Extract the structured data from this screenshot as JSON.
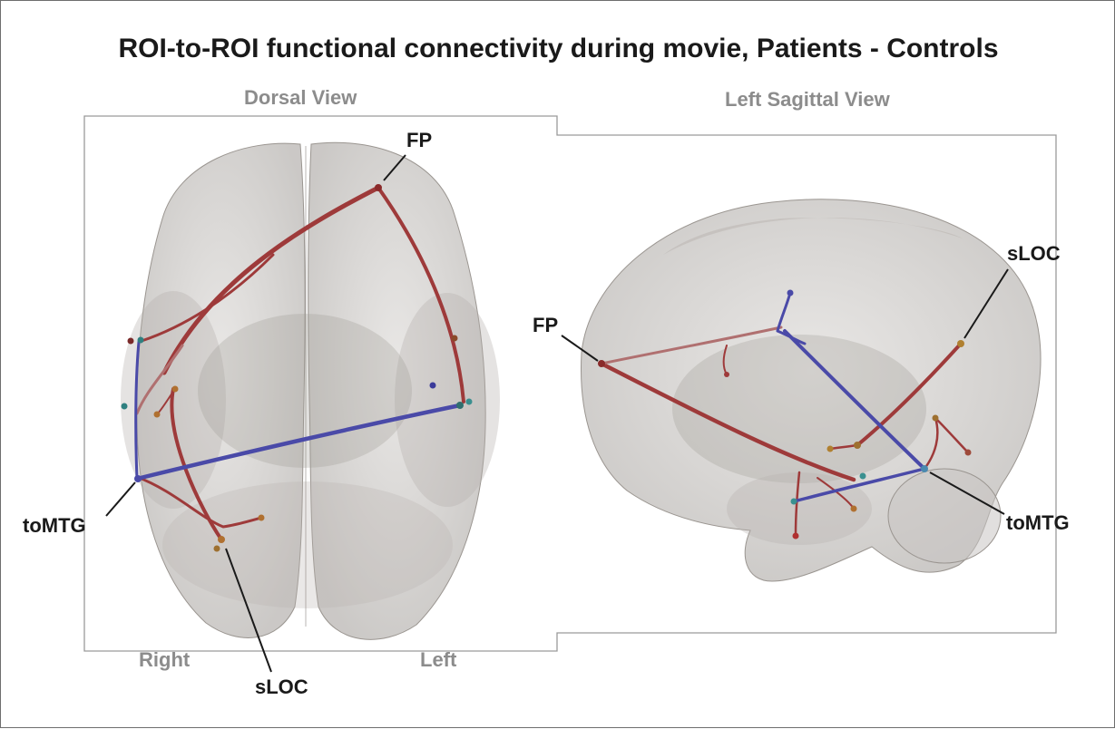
{
  "title": "ROI-to-ROI functional connectivity during movie, Patients - Controls",
  "views": {
    "dorsal": {
      "title": "Dorsal View",
      "orientation_right": "Right",
      "orientation_left": "Left",
      "labels": {
        "fp": "FP",
        "tomtg": "toMTG",
        "sloc": "sLOC"
      }
    },
    "sagittal": {
      "title": "Left Sagittal View",
      "labels": {
        "fp": "FP",
        "sloc": "sLOC",
        "tomtg": "toMTG"
      }
    }
  },
  "colors": {
    "positive_connection": "#9e3a3a",
    "negative_connection": "#4a4aa8",
    "brain_fill": "#c9c5c2",
    "frame": "#9a9a9a",
    "view_label": "#8c8c8c"
  }
}
